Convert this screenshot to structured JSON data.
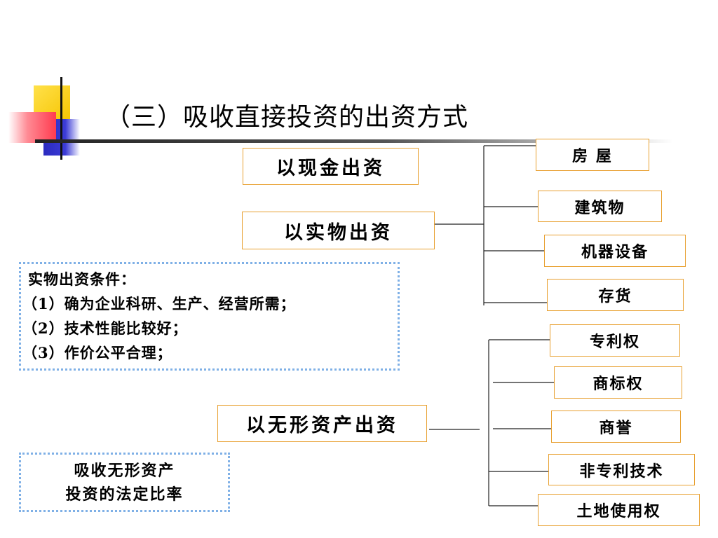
{
  "title": "（三）吸收直接投资的出资方式",
  "methods": {
    "cash": "以现金出资",
    "physical": "以实物出资",
    "intangible": "以无形资产出资"
  },
  "physical_items": [
    "房 屋",
    "建筑物",
    "机器设备",
    "存货"
  ],
  "intangible_items": [
    "专利权",
    "商标权",
    "商誉",
    "非专利技术",
    "土地使用权"
  ],
  "conditions": {
    "heading": "实物出资条件：",
    "items": [
      "（1）确为企业科研、生产、经营所需；",
      "（2）技术性能比较好；",
      "（3）作价公平合理；"
    ]
  },
  "note": {
    "line1": "吸收无形资产",
    "line2": "投资的法定比率"
  },
  "colors": {
    "box_border": "#e8a030",
    "dotted_border": "#7fb0e6",
    "deco_yellow": "#ffd200",
    "deco_red": "#ff5060",
    "deco_blue": "#3333cc"
  }
}
